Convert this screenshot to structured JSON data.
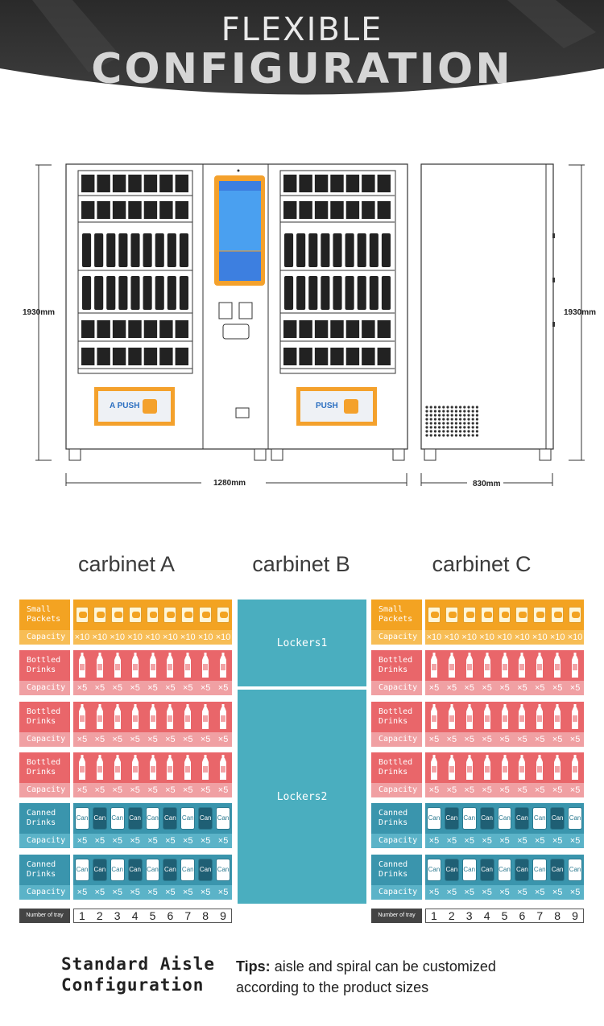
{
  "header": {
    "line1": "FLEXIBLE",
    "line2": "CONFIGURATION"
  },
  "drawing": {
    "height_left": "1930mm",
    "height_right": "1930mm",
    "width_front": "1280mm",
    "width_side": "830mm",
    "push_left": "A PUSH",
    "push_right": "PUSH",
    "can_text": "Can"
  },
  "cabinets": {
    "a_title": "carbinet A",
    "b_title": "carbinet B",
    "c_title": "carbinet C"
  },
  "lockers": [
    "Lockers1",
    "Lockers2"
  ],
  "rows": [
    {
      "label": [
        "Small",
        "Packets"
      ],
      "capacity_label": "Capacity",
      "capacity": "×10",
      "type": "packet"
    },
    {
      "label": [
        "Bottled",
        "Drinks"
      ],
      "capacity_label": "Capacity",
      "capacity": "×5",
      "type": "bottle"
    },
    {
      "label": [
        "Bottled",
        "Drinks"
      ],
      "capacity_label": "Capacity",
      "capacity": "×5",
      "type": "bottle"
    },
    {
      "label": [
        "Bottled",
        "Drinks"
      ],
      "capacity_label": "Capacity",
      "capacity": "×5",
      "type": "bottle"
    },
    {
      "label": [
        "Canned",
        "Drinks"
      ],
      "capacity_label": "Capacity",
      "capacity": "×5",
      "type": "can"
    },
    {
      "label": [
        "Canned",
        "Drinks"
      ],
      "capacity_label": "Capacity",
      "capacity": "×5",
      "type": "can"
    }
  ],
  "tray": {
    "label": "Number of tray",
    "numbers": [
      "1",
      "2",
      "3",
      "4",
      "5",
      "6",
      "7",
      "8",
      "9"
    ]
  },
  "footer": {
    "left_line1": "Standard Aisle",
    "left_line2": "Configuration",
    "tips_label": "Tips:",
    "tips_line1": "aisle and spiral can be customized",
    "tips_line2": "according to the  product sizes"
  },
  "colors": {
    "packet": "#f3a322",
    "packet_light": "#f7bd55",
    "bottle": "#e9666a",
    "bottle_light": "#f0a0a3",
    "can": "#3a95ad",
    "can_light": "#5bb3c8",
    "locker": "#4aaebf"
  }
}
